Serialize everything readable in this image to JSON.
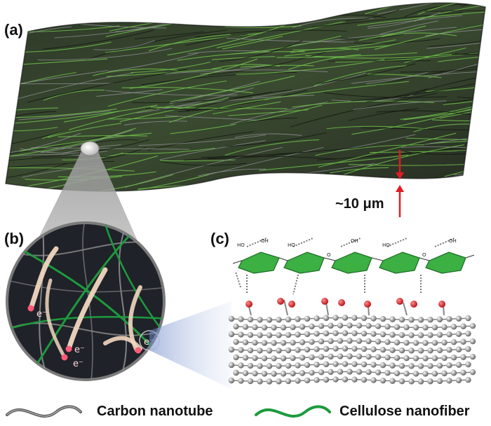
{
  "panels": {
    "a": "(a)",
    "b": "(b)",
    "c": "(c)"
  },
  "scale_bar": {
    "text": "~10 μm",
    "color": "#e31b23"
  },
  "electron_label": "e⁻",
  "legend": {
    "items": [
      {
        "label": "Carbon nanotube",
        "color": "#555555"
      },
      {
        "label": "Cellulose nanofiber",
        "color": "#1e9a3e"
      }
    ]
  },
  "molecule_labels": [
    "HO",
    "OH",
    "HO",
    "O",
    "OH",
    "HO",
    "O",
    "OH"
  ],
  "colors": {
    "film_dark": "#1c1f1a",
    "fiber_green": "#6fbf4a",
    "glucose_ring": "#3cb043",
    "cnt_atom": "#8e8e8e",
    "oxygen": "#d0181f",
    "inset_bg": "#1f2228",
    "cnt_glow": "#f2d7c0"
  }
}
